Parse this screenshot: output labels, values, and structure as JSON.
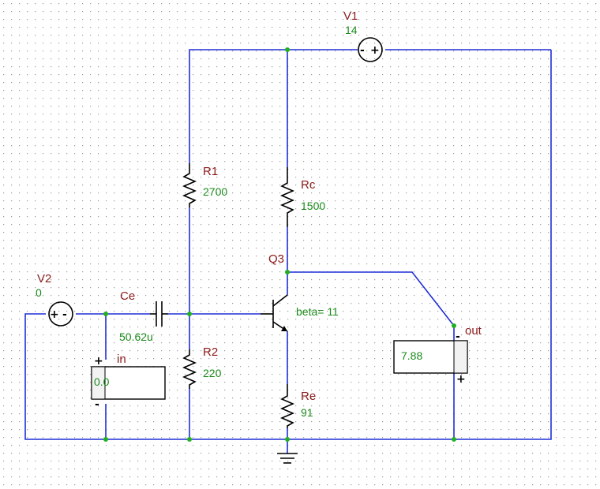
{
  "colors": {
    "wire": "#1f2fd6",
    "node": "#22b022",
    "name_label": "#8b1a1a",
    "value_label": "#1a8a1a"
  },
  "components": {
    "v1": {
      "name": "V1",
      "value": "14"
    },
    "v2": {
      "name": "V2",
      "value": "0"
    },
    "r1": {
      "name": "R1",
      "value": "2700"
    },
    "r2": {
      "name": "R2",
      "value": "220"
    },
    "rc": {
      "name": "Rc",
      "value": "1500"
    },
    "re": {
      "name": "Re",
      "value": "91"
    },
    "ce": {
      "name": "Ce",
      "value": "50.62u"
    },
    "q3": {
      "name": "Q3",
      "value": "beta= 11"
    }
  },
  "meters": {
    "in": {
      "name": "in",
      "reading": "0.0"
    },
    "out": {
      "name": "out",
      "reading": "7.88"
    }
  },
  "polarity": {
    "plus": "+",
    "minus": "-"
  }
}
